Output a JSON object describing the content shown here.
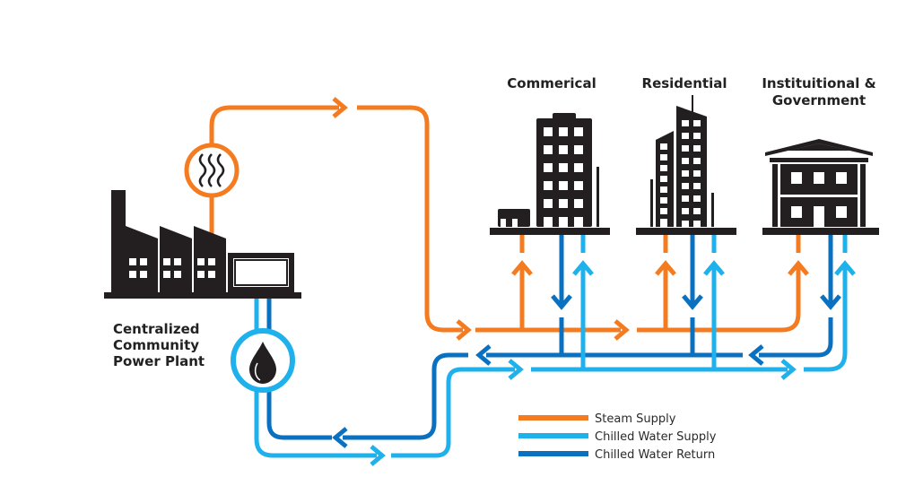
{
  "diagram": {
    "title": "District Energy System",
    "nodes": {
      "plant": {
        "label_lines": [
          "Centralized",
          "Community",
          "Power Plant"
        ]
      },
      "commercial": {
        "label_lines": [
          "Commerical"
        ]
      },
      "residential": {
        "label_lines": [
          "Residential"
        ]
      },
      "institutional": {
        "label_lines": [
          "Instituitional &",
          "Government"
        ]
      }
    },
    "icons": {
      "steam": "steam-icon",
      "water": "water-drop-icon"
    },
    "legend": [
      {
        "label": "Steam  Supply",
        "color": "#f47b20"
      },
      {
        "label": "Chilled Water Supply",
        "color": "#1fb1ec"
      },
      {
        "label": "Chilled Water Return",
        "color": "#0a71c0"
      }
    ],
    "colors": {
      "steam": "#f47b20",
      "supply": "#1fb1ec",
      "return": "#0a71c0",
      "building": "#231f20"
    },
    "edges": [
      {
        "from": "plant",
        "to": "commercial",
        "type": "Steam  Supply"
      },
      {
        "from": "plant",
        "to": "residential",
        "type": "Steam  Supply"
      },
      {
        "from": "plant",
        "to": "institutional",
        "type": "Steam  Supply"
      },
      {
        "from": "plant",
        "to": "commercial",
        "type": "Chilled Water Supply"
      },
      {
        "from": "plant",
        "to": "residential",
        "type": "Chilled Water Supply"
      },
      {
        "from": "plant",
        "to": "institutional",
        "type": "Chilled Water Supply"
      },
      {
        "from": "commercial",
        "to": "plant",
        "type": "Chilled Water Return"
      },
      {
        "from": "residential",
        "to": "plant",
        "type": "Chilled Water Return"
      },
      {
        "from": "institutional",
        "to": "plant",
        "type": "Chilled Water Return"
      }
    ]
  }
}
